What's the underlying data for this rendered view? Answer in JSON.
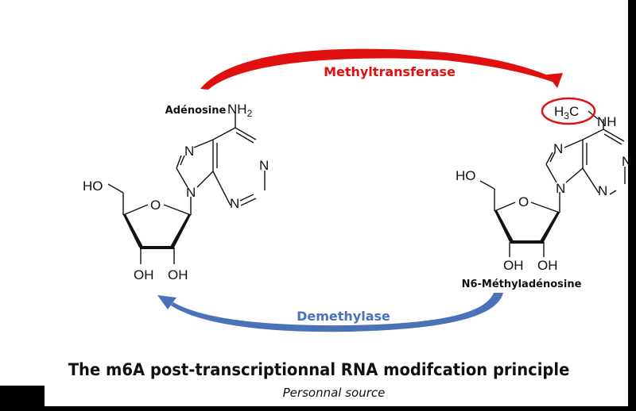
{
  "diagram": {
    "title": "The m6A post-transcriptionnal  RNA modifcation principle",
    "source": "Personnal source",
    "forward_arrow": {
      "label": "Methyltransferase",
      "color": "#e01010"
    },
    "reverse_arrow": {
      "label": "Demethylase",
      "color": "#4a72b8"
    },
    "molecule_left": {
      "name": "Adénosine",
      "atoms": {
        "amine": "NH",
        "amine_sub": "2",
        "n1": "N",
        "n3": "N",
        "n7": "N",
        "n9": "N",
        "ring_o": "O",
        "ho5": "HO",
        "oh2": "OH",
        "oh3": "OH"
      }
    },
    "molecule_right": {
      "name": "N6-Méthyladénosine",
      "methyl_highlight_color": "#e01010",
      "atoms": {
        "methyl_h": "H",
        "methyl_sub": "3",
        "methyl_c": "C",
        "amine": "NH",
        "n1": "N",
        "n3": "N",
        "n7": "N",
        "n9": "N",
        "ring_o": "O",
        "ho5": "HO",
        "oh2": "OH",
        "oh3": "OH"
      }
    }
  }
}
